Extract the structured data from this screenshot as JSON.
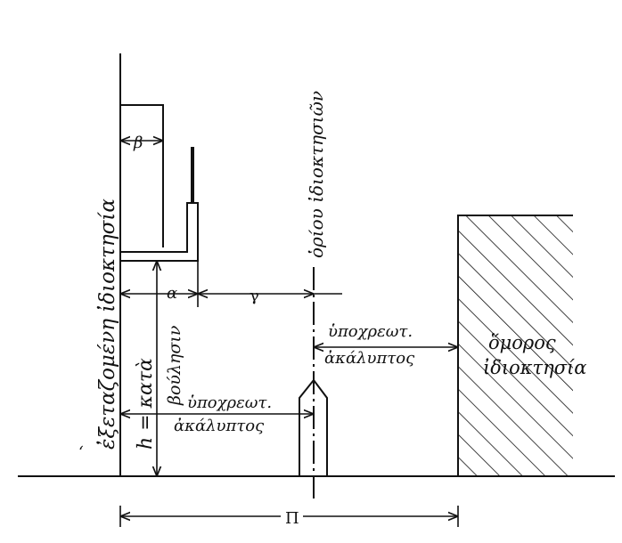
{
  "labels": {
    "examined_property": "ἐξεταζομένη ἰδιοκτησία",
    "boundary": "ὁρίου ἰδιοκτησιῶν",
    "neighbor_line1": "ὅμορος",
    "neighbor_line2": "ἰδιοκτησία",
    "mandatory_uncovered_abbrev": "ὑποχρεωτ.",
    "uncovered": "ἀκάλυπτος",
    "h_label": "h = κατὰ",
    "h_label2": "βούλησιν",
    "dim_b": "β",
    "dim_a": "α",
    "dim_gamma": "γ",
    "dim_pi": "Π",
    "tick_mark": "‘"
  },
  "colors": {
    "ink": "#111111",
    "paper": "#ffffff"
  }
}
